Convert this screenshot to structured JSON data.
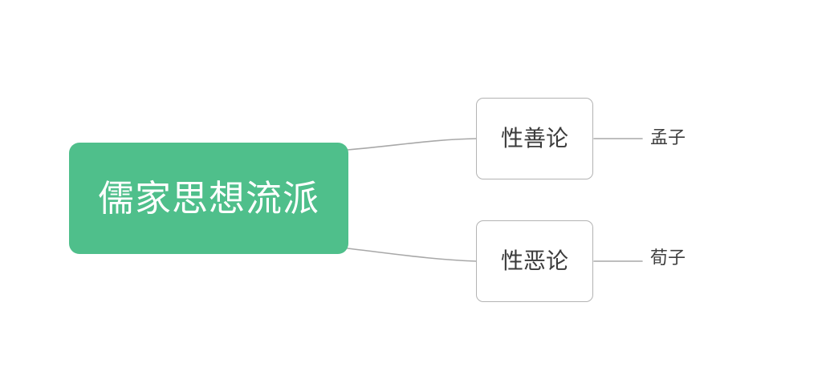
{
  "diagram": {
    "type": "mind-map",
    "background_color": "#ffffff",
    "root": {
      "label": "儒家思想流派",
      "fill_color": "#4fbf8b",
      "text_color": "#ffffff"
    },
    "branches": [
      {
        "label": "性善论",
        "border_color": "#b3b3b3",
        "text_color": "#3b3b3b",
        "leaf": {
          "label": "孟子",
          "text_color": "#3f3f3f"
        }
      },
      {
        "label": "性恶论",
        "border_color": "#b3b3b3",
        "text_color": "#3b3b3b",
        "leaf": {
          "label": "荀子",
          "text_color": "#3f3f3f"
        }
      }
    ],
    "connector_color": "#a8a8a8"
  }
}
